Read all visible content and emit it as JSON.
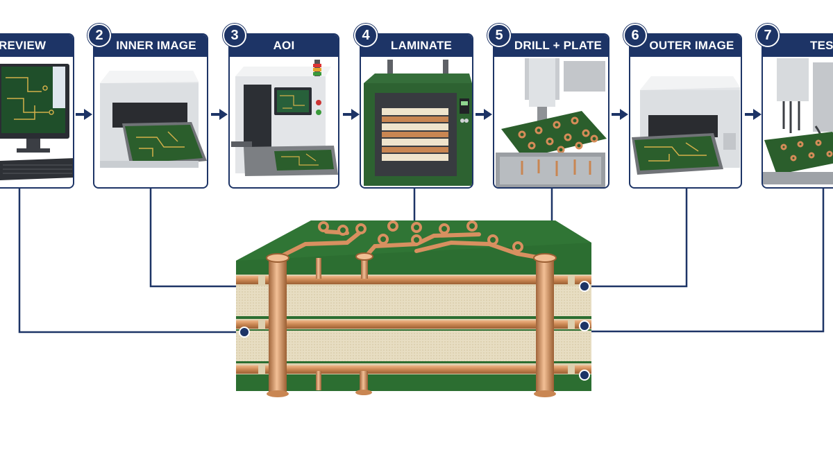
{
  "steps": [
    {
      "number": "",
      "label": "REVIEW"
    },
    {
      "number": "2",
      "label": "INNER IMAGE"
    },
    {
      "number": "3",
      "label": "AOI"
    },
    {
      "number": "4",
      "label": "LAMINATE"
    },
    {
      "number": "5",
      "label": "DRILL + PLATE"
    },
    {
      "number": "6",
      "label": "OUTER IMAGE"
    },
    {
      "number": "7",
      "label": "TES"
    }
  ],
  "icons": {
    "step1": "computer-monitor-icon",
    "step2": "exposure-printer-icon",
    "step3": "inspection-machine-icon",
    "step4": "lamination-press-icon",
    "step5": "drill-spindle-icon",
    "step6": "imaging-machine-icon",
    "step7": "probe-tester-icon",
    "center": "pcb-cross-section-icon"
  },
  "colors": {
    "navy": "#1d3466",
    "pcb_green": "#2c6a2e",
    "copper": "#c98652",
    "substrate": "#e6dcc0",
    "machine_gray": "#e2e4e6"
  }
}
